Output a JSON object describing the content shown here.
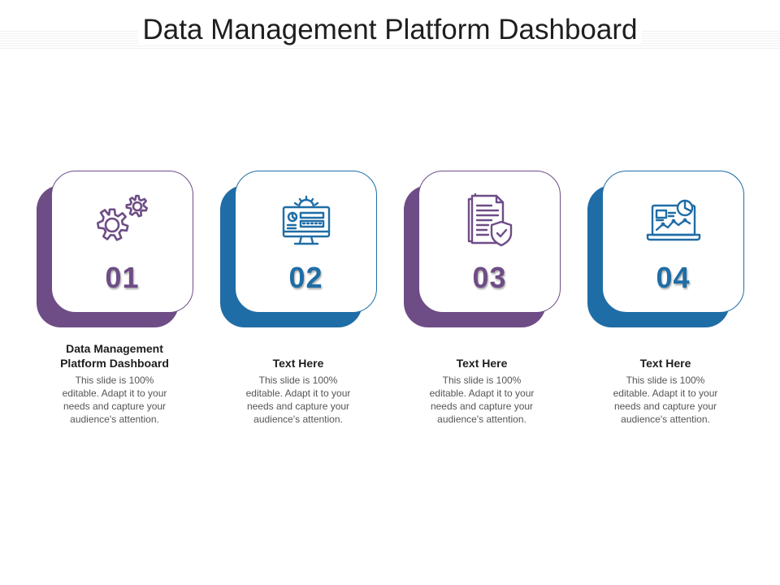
{
  "title": "Data Management Platform Dashboard",
  "colors": {
    "purple": "#6e4d86",
    "blue": "#1f6da6"
  },
  "steps": [
    {
      "number": "01",
      "icon": "gears-icon",
      "heading": "Data Management Platform Dashboard",
      "body": "This slide is 100% editable. Adapt it to your needs and capture your audience's attention."
    },
    {
      "number": "02",
      "icon": "monitor-dashboard-icon",
      "heading": "Text Here",
      "body": "This slide is 100% editable. Adapt it to your needs and capture your audience's attention."
    },
    {
      "number": "03",
      "icon": "document-shield-icon",
      "heading": "Text Here",
      "body": "This slide is 100% editable. Adapt it to your needs and capture your audience's attention."
    },
    {
      "number": "04",
      "icon": "laptop-analytics-icon",
      "heading": "Text Here",
      "body": "This slide is 100% editable. Adapt it to your needs and capture your audience's attention."
    }
  ]
}
